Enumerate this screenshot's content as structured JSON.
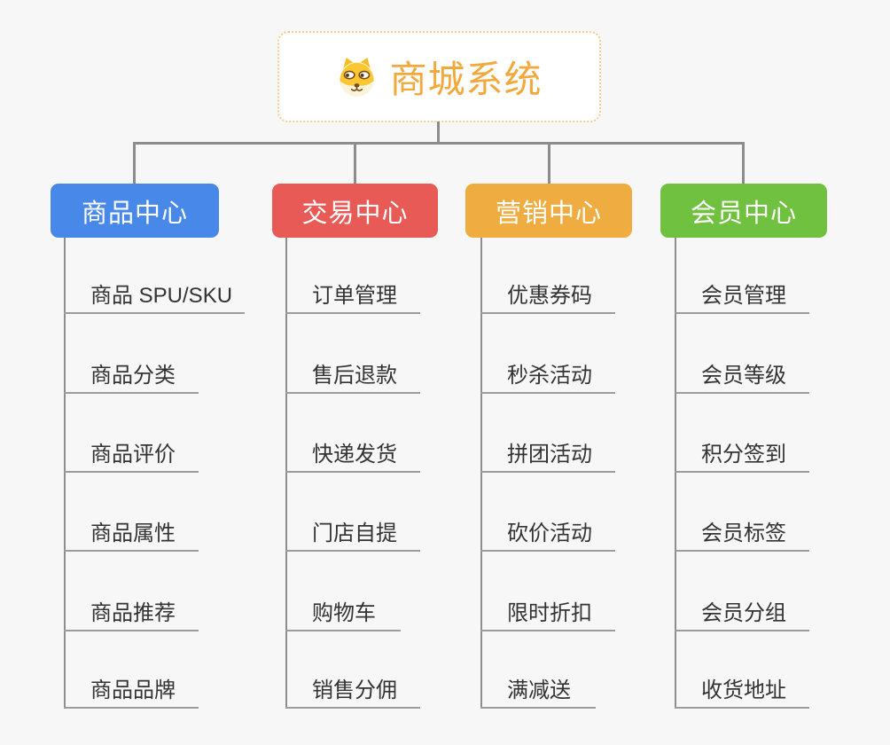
{
  "root": {
    "label": "商城系统",
    "icon": "dog-face-icon",
    "text_color": "#f1a93e",
    "border_color": "#f3cb8b"
  },
  "branches": [
    {
      "label": "商品中心",
      "color": "#4788e8",
      "children": [
        "商品 SPU/SKU",
        "商品分类",
        "商品评价",
        "商品属性",
        "商品推荐",
        "商品品牌"
      ]
    },
    {
      "label": "交易中心",
      "color": "#e85a56",
      "children": [
        "订单管理",
        "售后退款",
        "快递发货",
        "门店自提",
        "购物车",
        "销售分佣"
      ]
    },
    {
      "label": "营销中心",
      "color": "#efac40",
      "children": [
        "优惠券码",
        "秒杀活动",
        "拼团活动",
        "砍价活动",
        "限时折扣",
        "满减送"
      ]
    },
    {
      "label": "会员中心",
      "color": "#70c13f",
      "children": [
        "会员管理",
        "会员等级",
        "积分签到",
        "会员标签",
        "会员分组",
        "收货地址"
      ]
    }
  ],
  "connector_color": "#8c8c8c",
  "underline_color": "#9c9c9c",
  "background_color": "#f7f7f7"
}
